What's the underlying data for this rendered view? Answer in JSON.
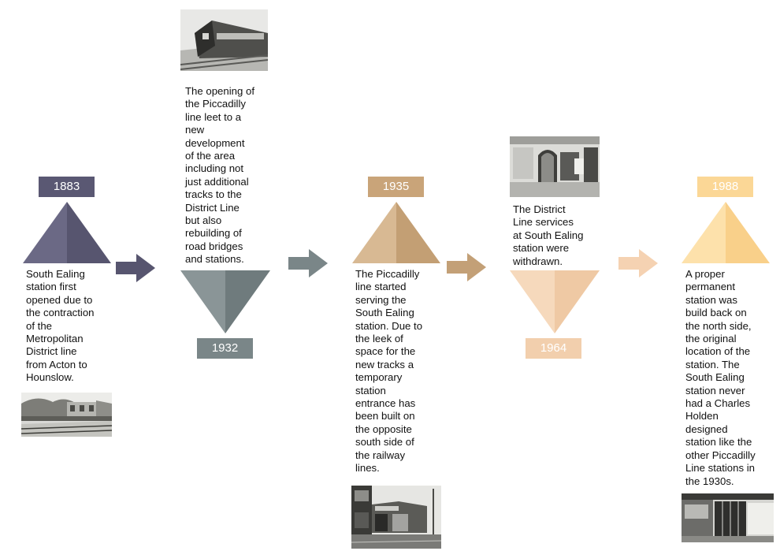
{
  "colors": {
    "stage1": "#5a5873",
    "stage2": "#7a8688",
    "stage3": "#c9a479",
    "stage4": "#f2cfad",
    "stage5": "#fbd796"
  },
  "milestones": [
    {
      "year": "1883",
      "text": "South Ealing\nstation first\nopened due to\nthe contraction\nof the\nMetropolitan\nDistrict line\nfrom Acton to\nHounslow.",
      "photo": "railway-platform-photo"
    },
    {
      "year": "1932",
      "text": "The opening of\nthe Piccadilly\nline leet to a\nnew\ndevelopment\nof the area\nincluding not\njust additional\ntracks  to the\nDistrict Line\nbut also\nrebuilding of\nroad bridges\nand stations.",
      "photo": "train-photo"
    },
    {
      "year": "1935",
      "text": "The Piccadilly\nline started\nserving the\nSouth Ealing\nstation. Due to\nthe leek of\nspace for the\nnew tracks a\ntemporary\nstation\nentrance has\nbeen built on\nthe opposite\nsouth side of\nthe railway\nlines.",
      "photo": "station-entrance-photo"
    },
    {
      "year": "1964",
      "text": "The District\nLine services\nat South Ealing\nstation were\nwithdrawn.",
      "photo": "station-interior-photo"
    },
    {
      "year": "1988",
      "text": "A proper\npermanent\nstation was\nbuild back on\nthe north side,\nthe original\nlocation of the\nstation. The\nSouth Ealing\nstation never\nhad a Charles\nHolden\ndesigned\nstation like the\nother Piccadilly\nLine stations in\nthe 1930s.",
      "photo": "modern-station-photo"
    }
  ]
}
